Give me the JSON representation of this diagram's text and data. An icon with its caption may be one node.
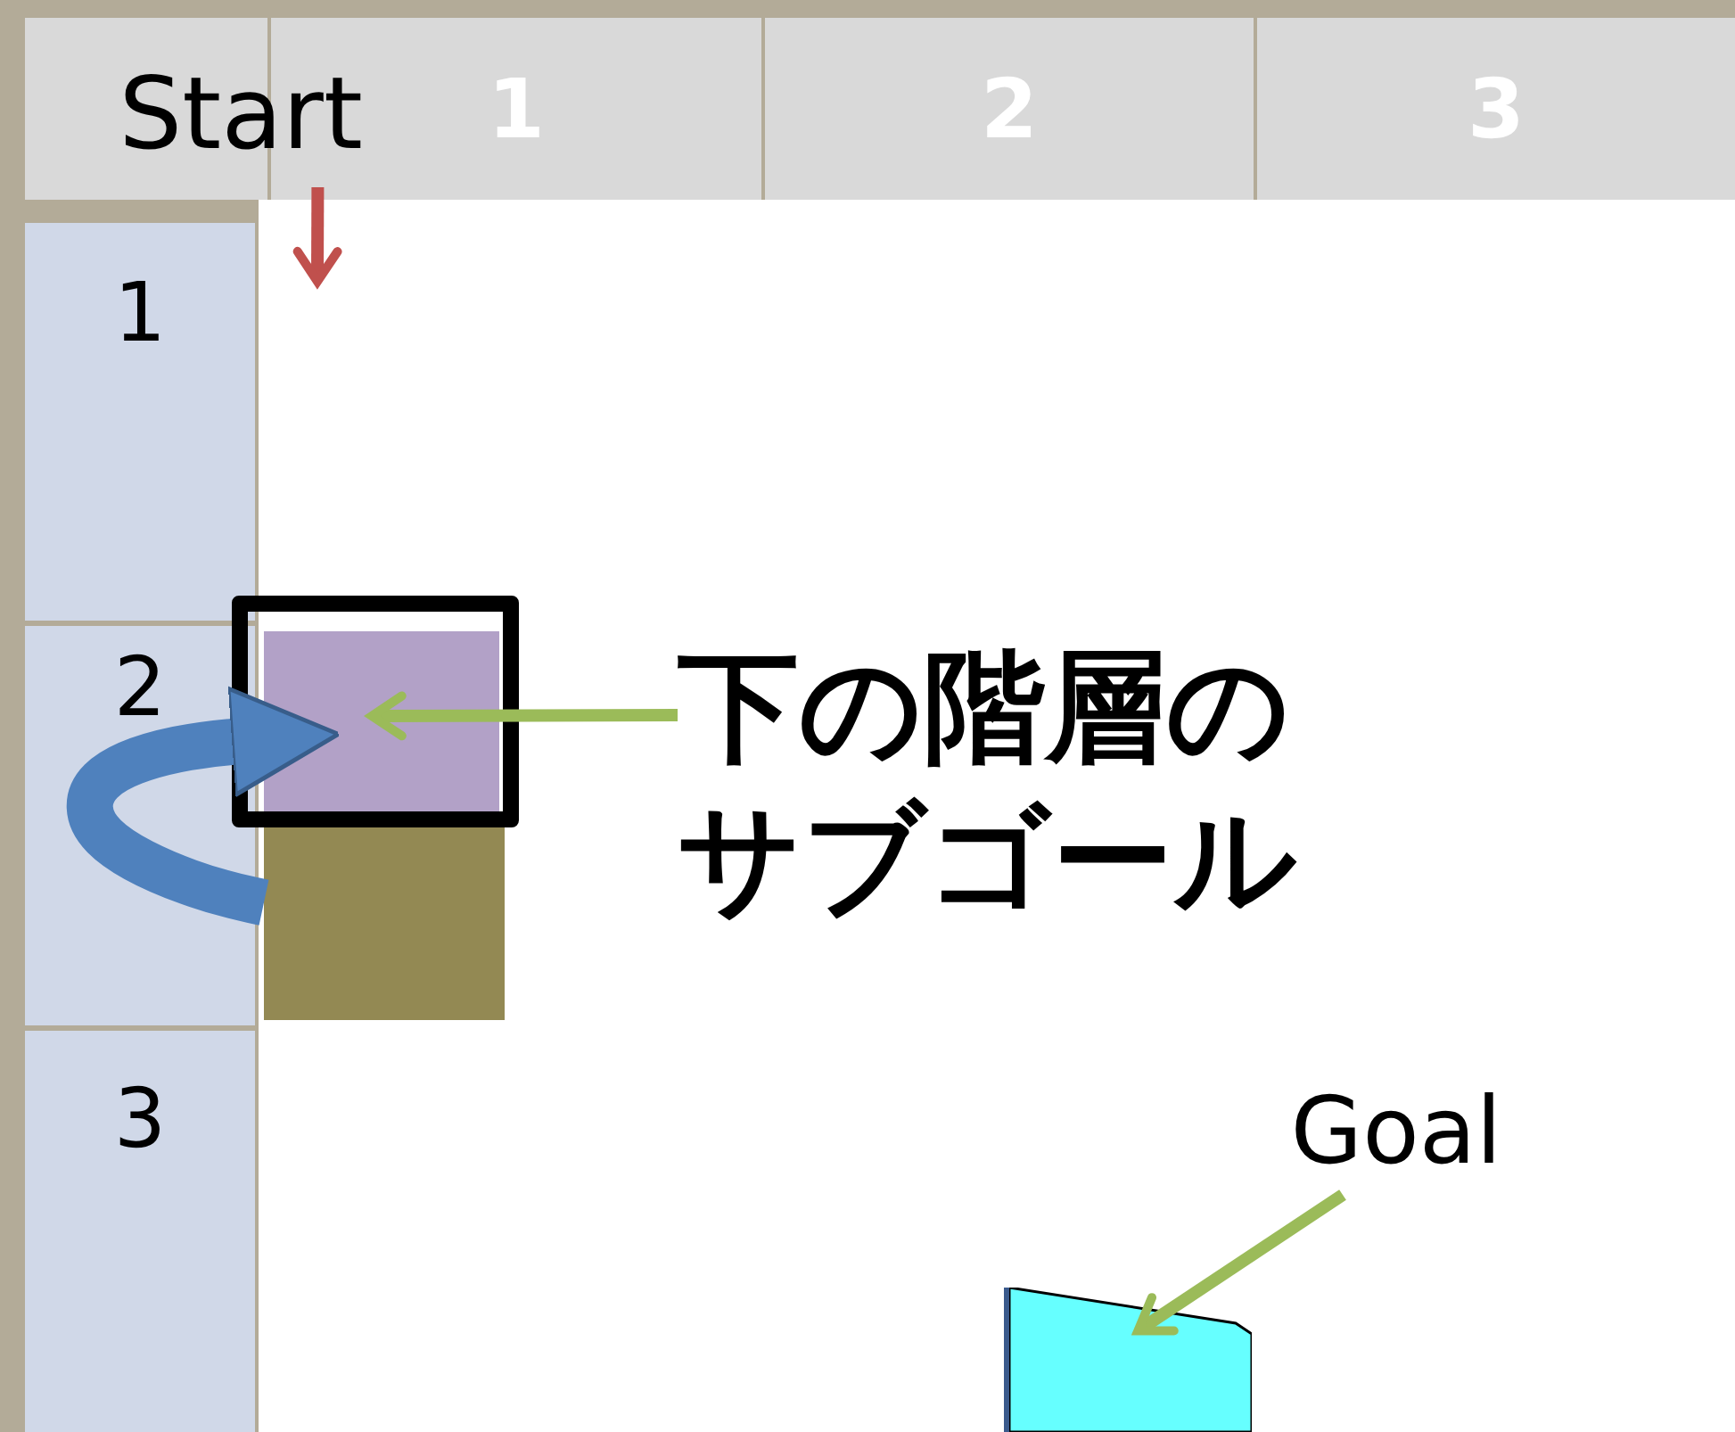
{
  "diagram": {
    "nodes": [
      {
        "text": [
          "Start"
        ]
      },
      {
        "text": [],
        "shape": "box"
      },
      {
        "text": [],
        "shape": "box"
      },
      {
        "text": [
          "下の階層のサブゴール"
        ]
      },
      {
        "text": [
          "Goal"
        ]
      },
      {
        "text": [],
        "shape": "box"
      }
    ],
    "edges": [
      {
        "from": 0,
        "to": null,
        "arrow": "to",
        "color": "#c0504d"
      },
      {
        "from": 2,
        "to": 1,
        "arrow": "to",
        "style": "thick",
        "color": "#4f81bd"
      },
      {
        "from": 3,
        "to": 1,
        "arrow": "to"
      },
      {
        "from": 4,
        "to": 5,
        "arrow": "to"
      }
    ],
    "labels": [
      "1",
      "2",
      "3",
      "1",
      "2",
      "3"
    ]
  }
}
